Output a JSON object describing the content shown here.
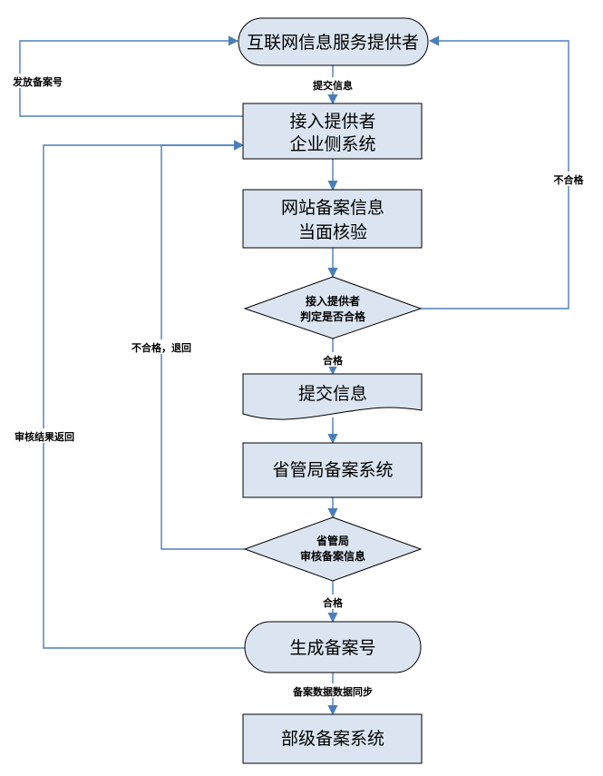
{
  "diagram": {
    "nodes": {
      "provider": "互联网信息服务提供者",
      "access_system_line1": "接入提供者",
      "access_system_line2": "企业侧系统",
      "verify_line1": "网站备案信息",
      "verify_line2": "当面核验",
      "judge_line1": "接入提供者",
      "judge_line2": "判定是否合格",
      "submit_doc": "提交信息",
      "province_system": "省管局备案系统",
      "province_review_line1": "省管局",
      "province_review_line2": "审核备案信息",
      "generate_number": "生成备案号",
      "ministry_system": "部级备案系统"
    },
    "edge_labels": {
      "issue_number": "发放备案号",
      "submit_info": "提交信息",
      "fail_right": "不合格",
      "pass_1": "合格",
      "fail_return": "不合格，退回",
      "review_result_return": "审核结果返回",
      "pass_2": "合格",
      "data_sync": "备案数据数据同步"
    },
    "colors": {
      "node_fill": "#dbe5f1",
      "node_stroke": "#000000",
      "edge": "#4a7ebb"
    }
  }
}
